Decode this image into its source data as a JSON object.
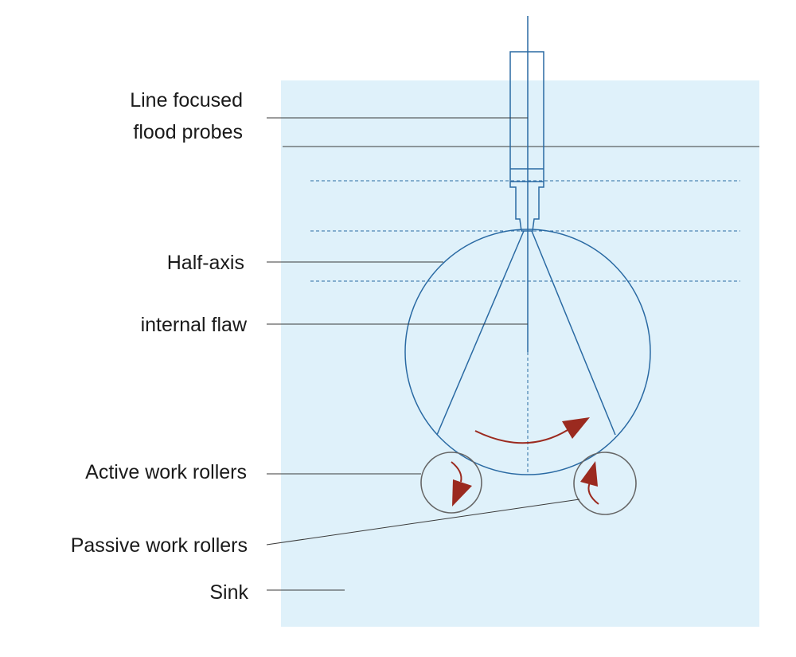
{
  "labels": {
    "probe_line1": "Line focused",
    "probe_line2": "flood probes",
    "half_axis": "Half-axis",
    "flaw": "internal flaw",
    "active": "Active work rollers",
    "passive": "Passive work rollers",
    "sink": "Sink"
  },
  "colors": {
    "water": "#dff1fa",
    "outline": "#2a6aa3",
    "arrow": "#9b2a1f",
    "roller": "#666666"
  }
}
